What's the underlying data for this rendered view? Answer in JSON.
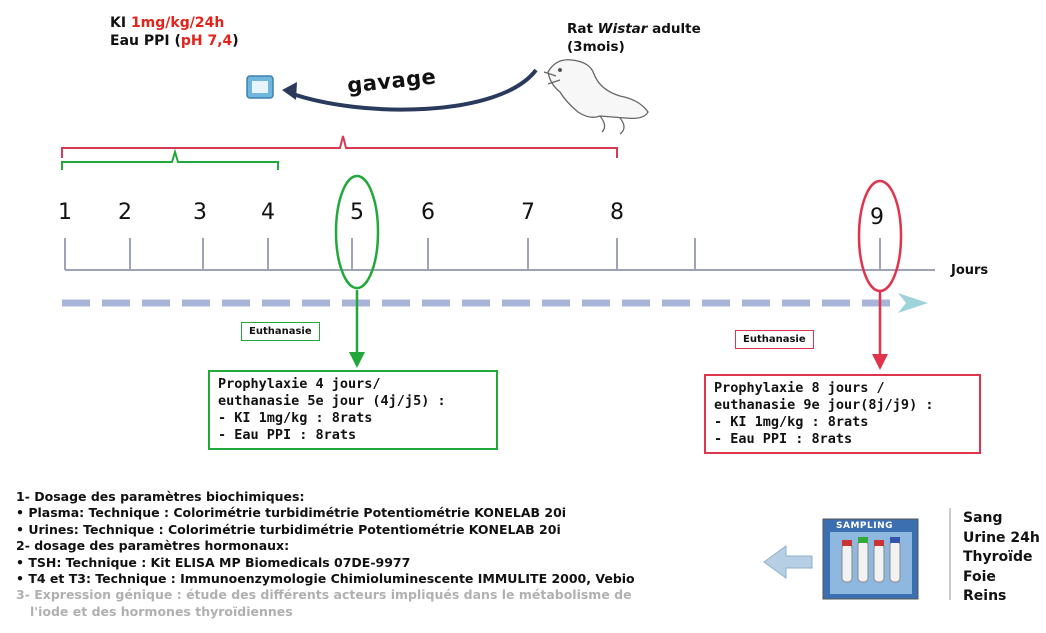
{
  "top_left": {
    "line1_prefix": "KI ",
    "line1_dose": "1mg/kg/24h",
    "line2_prefix": "Eau PPI (",
    "line2_ph": "pH 7,4",
    "line2_suffix": ")"
  },
  "gavage_label": "gavage",
  "rat": {
    "line1_prefix": "Rat ",
    "line1_species": "Wistar",
    "line1_suffix": " adulte",
    "line2": "(3mois)"
  },
  "timeline": {
    "days": [
      "1",
      "2",
      "3",
      "4",
      "5",
      "6",
      "7",
      "8",
      "9"
    ],
    "axis_label": "Jours",
    "highlight_colors": {
      "day5": "#22a83a",
      "day9": "#e0344c"
    }
  },
  "euthanasia_left": {
    "label": "Euthanasie",
    "box_line1": "Prophylaxie 4 jours/",
    "box_line2": "euthanasie 5e jour (4j/j5) :",
    "items": [
      "-  KI 1mg/kg : 8rats",
      "-  Eau PPI : 8rats"
    ]
  },
  "euthanasia_right": {
    "label": "Euthanasie",
    "box_line1": "Prophylaxie 8 jours /",
    "box_line2": "euthanasie 9e jour(8j/j9) :",
    "items": [
      "-  KI 1mg/kg : 8rats",
      "-  Eau PPI : 8rats"
    ]
  },
  "bottom_list": {
    "heading1": "1- Dosage des paramètres biochimiques:",
    "plasma": "•  Plasma: Technique : Colorimétrie turbidimétrie Potentiométrie KONELAB 20i",
    "urines": "•  Urines: Technique : Colorimétrie turbidimétrie Potentiométrie KONELAB 20i",
    "heading2": "2- dosage des paramètres hormonaux:",
    "tsh": "•  TSH: Technique : Kit ELISA MP Biomedicals 07DE-9977",
    "t4t3": "•  T4 et T3: Technique : Immunoenzymologie Chimioluminescente IMMULITE 2000, Vebio",
    "heading3_line1": "3- Expression génique : étude des différents acteurs impliqués dans le métabolisme de",
    "heading3_line2": "l'iode et des hormones thyroïdiennes"
  },
  "sampling_label": "SAMPLING",
  "samples": [
    "Sang",
    "Urine 24h",
    "Thyroïde",
    "Foie",
    "Reins"
  ]
}
